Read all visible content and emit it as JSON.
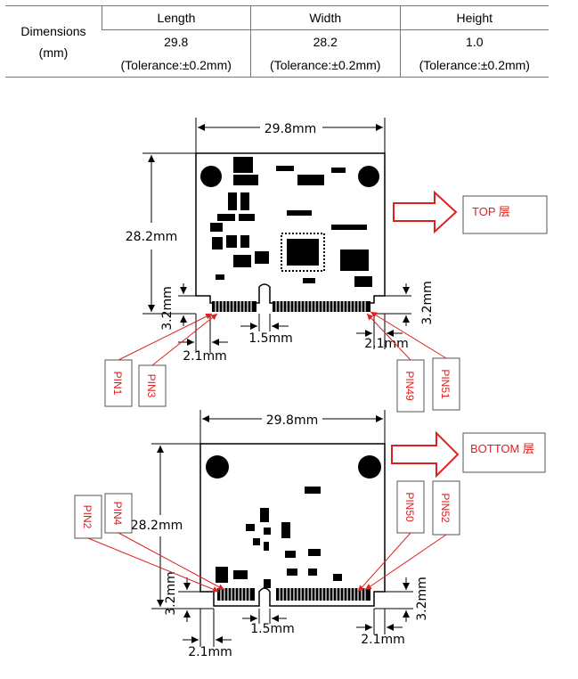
{
  "table": {
    "header_label": "Dimensions",
    "unit_label": "(mm)",
    "columns": [
      "Length",
      "Width",
      "Height"
    ],
    "values": [
      "29.8",
      "28.2",
      "1.0"
    ],
    "tolerances": [
      "(Tolerance:±0.2mm)",
      "(Tolerance:±0.2mm)",
      "(Tolerance:±0.2mm)"
    ]
  },
  "top_view": {
    "width_label": "29.8mm",
    "height_label": "28.2mm",
    "left_edge_label": "3.2mm",
    "right_edge_label": "3.2mm",
    "gap_label": "1.5mm",
    "left_offset_label": "2.1mm",
    "right_offset_label": "2.1mm",
    "layer_label": "TOP 层",
    "pins": [
      "PIN1",
      "PIN3",
      "PIN49",
      "PIN51"
    ]
  },
  "bottom_view": {
    "width_label": "29.8mm",
    "height_label": "28.2mm",
    "left_edge_label": "3.2mm",
    "right_edge_label": "3.2mm",
    "gap_label": "1.5mm",
    "left_offset_label": "2.1mm",
    "right_offset_label": "2.1mm",
    "layer_label": "BOTTOM 层",
    "pins": [
      "PIN2",
      "PIN4",
      "PIN50",
      "PIN52"
    ]
  },
  "colors": {
    "pin_text": "#e02020",
    "arrow_outline": "#e02020",
    "leader": "#e02020"
  }
}
